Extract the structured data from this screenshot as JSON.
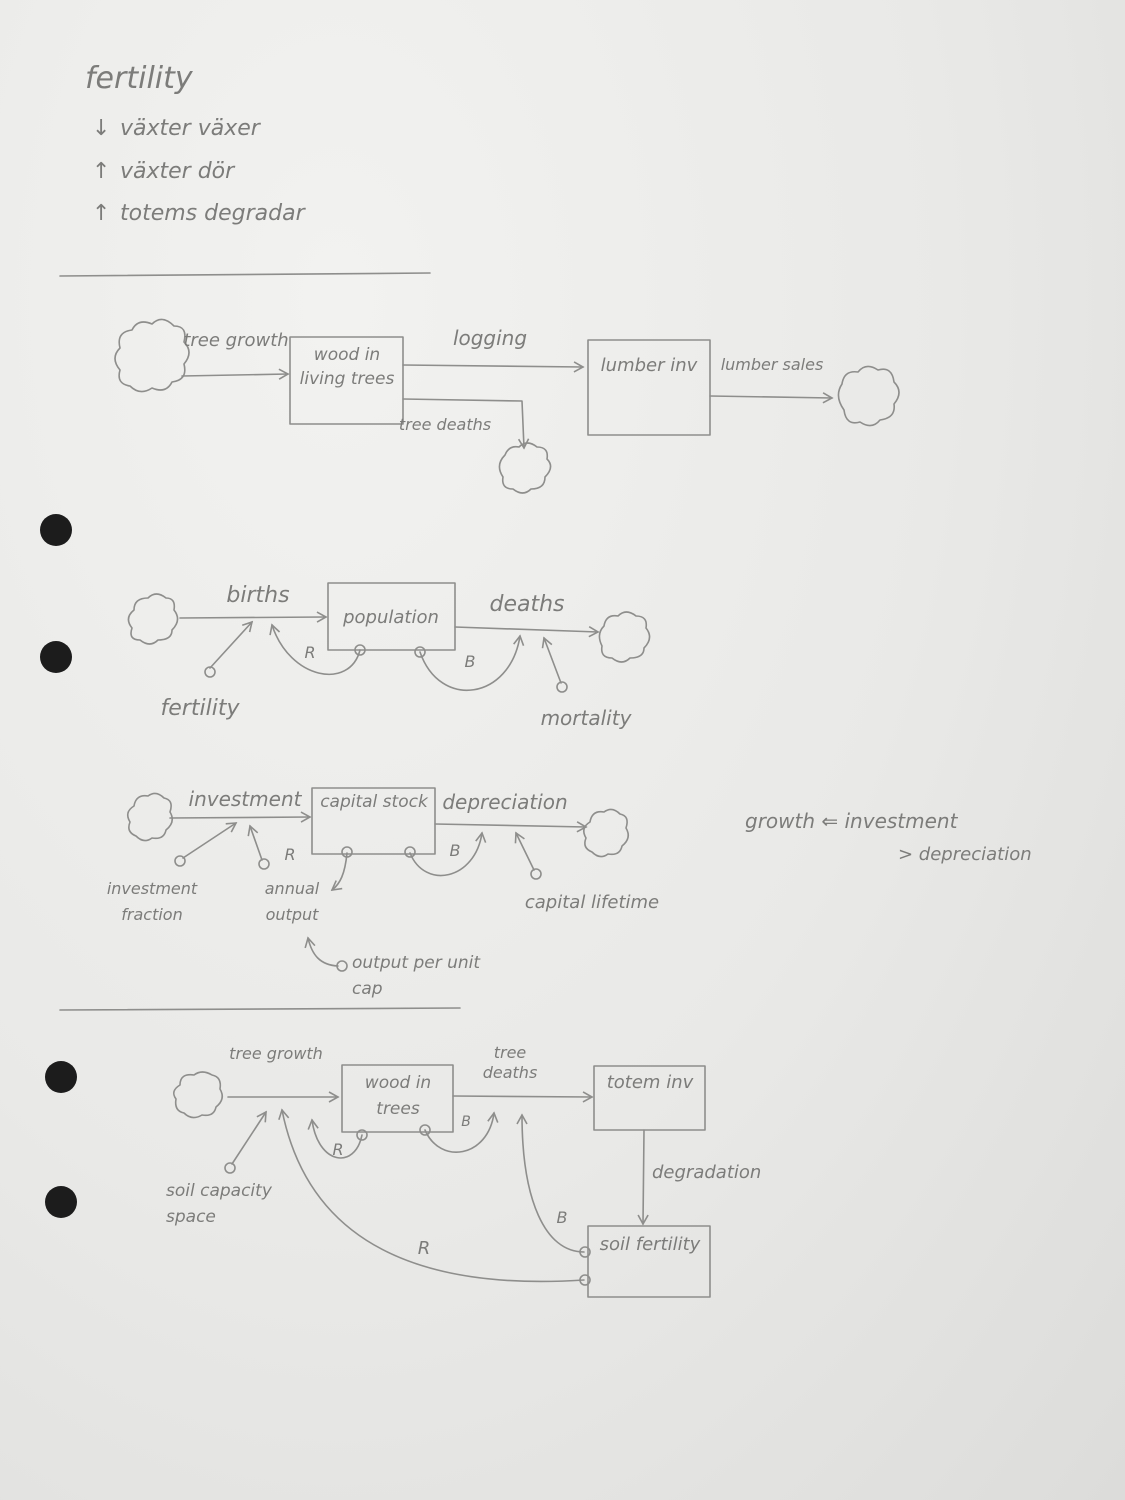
{
  "notes": {
    "title": "fertility",
    "items": [
      {
        "arrow": "↓",
        "text": "växter växer"
      },
      {
        "arrow": "↑",
        "text": "växter dör"
      },
      {
        "arrow": "↑",
        "text": "totems degradar"
      }
    ]
  },
  "diagram1": {
    "inflow": "tree growth",
    "stock": "wood in living trees",
    "flow_logging": "logging",
    "flow_deaths": "tree deaths",
    "stock2": "lumber inv",
    "outflow": "lumber sales"
  },
  "diagram2": {
    "inflow": "births",
    "stock": "population",
    "outflow": "deaths",
    "loop_r": "R",
    "loop_b": "B",
    "aux_left": "fertility",
    "aux_right": "mortality"
  },
  "diagram3": {
    "inflow": "investment",
    "stock": "capital stock",
    "outflow": "depreciation",
    "loop_r": "R",
    "loop_b": "B",
    "aux1": "investment fraction",
    "aux2": "annual output",
    "aux3": "output per unit cap",
    "aux4": "capital lifetime",
    "side_note_line1": "growth ⇐ investment",
    "side_note_line2": "> depreciation"
  },
  "diagram4": {
    "inflow": "tree growth",
    "stock": "wood in trees",
    "flow_deaths": "tree deaths",
    "stock2": "totem inv",
    "flow_degradation": "degradation",
    "stock3": "soil fertility",
    "aux": "soil capacity space",
    "loop_r1": "R",
    "loop_b1": "B",
    "loop_b2": "B",
    "loop_r2": "R"
  }
}
